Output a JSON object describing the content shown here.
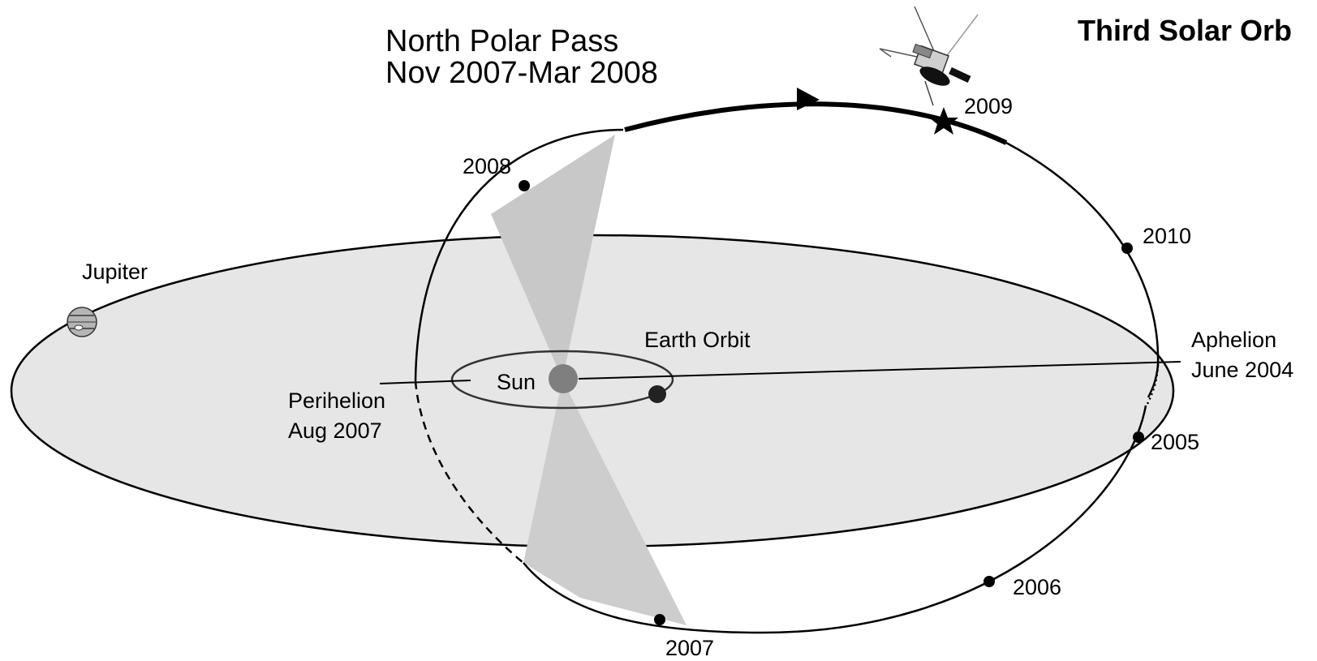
{
  "title": "Third Solar Orb",
  "polar_pass": {
    "line1": "North Polar Pass",
    "line2": "Nov 2007-Mar 2008"
  },
  "bodies": {
    "jupiter": "Jupiter",
    "sun": "Sun",
    "earth_orbit": "Earth Orbit"
  },
  "perihelion": {
    "line1": "Perihelion",
    "line2": "Aug 2007"
  },
  "aphelion": {
    "line1": "Aphelion",
    "line2": "June 2004"
  },
  "years": [
    "2005",
    "2006",
    "2007",
    "2008",
    "2009",
    "2010"
  ],
  "colors": {
    "ecliptic_fill": "#e6e6e6",
    "polar_cone": "#c8c8c8",
    "sun": "#7f7f7f",
    "line": "#000000"
  },
  "icons": {
    "spacecraft": "ulysses-spacecraft-icon",
    "jupiter": "jupiter-planet-icon",
    "star": "star-marker-icon"
  }
}
